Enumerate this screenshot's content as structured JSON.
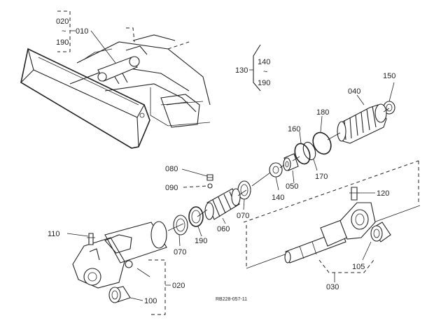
{
  "drawing_code": "RB228-057-11",
  "callouts": {
    "c010": "010",
    "c020_top": "020",
    "c190_top": "190",
    "c130": "130",
    "c140_top": "140",
    "c190_mid": "190",
    "c150": "150",
    "c040": "040",
    "c180": "180",
    "c160": "160",
    "c170": "170",
    "c050": "050",
    "c140": "140",
    "c080": "080",
    "c090": "090",
    "c070_a": "070",
    "c060": "060",
    "c190_low": "190",
    "c070_b": "070",
    "c120": "120",
    "c110": "110",
    "c105": "105",
    "c030": "030",
    "c020_low": "020",
    "c100": "100",
    "tilde": "~"
  }
}
